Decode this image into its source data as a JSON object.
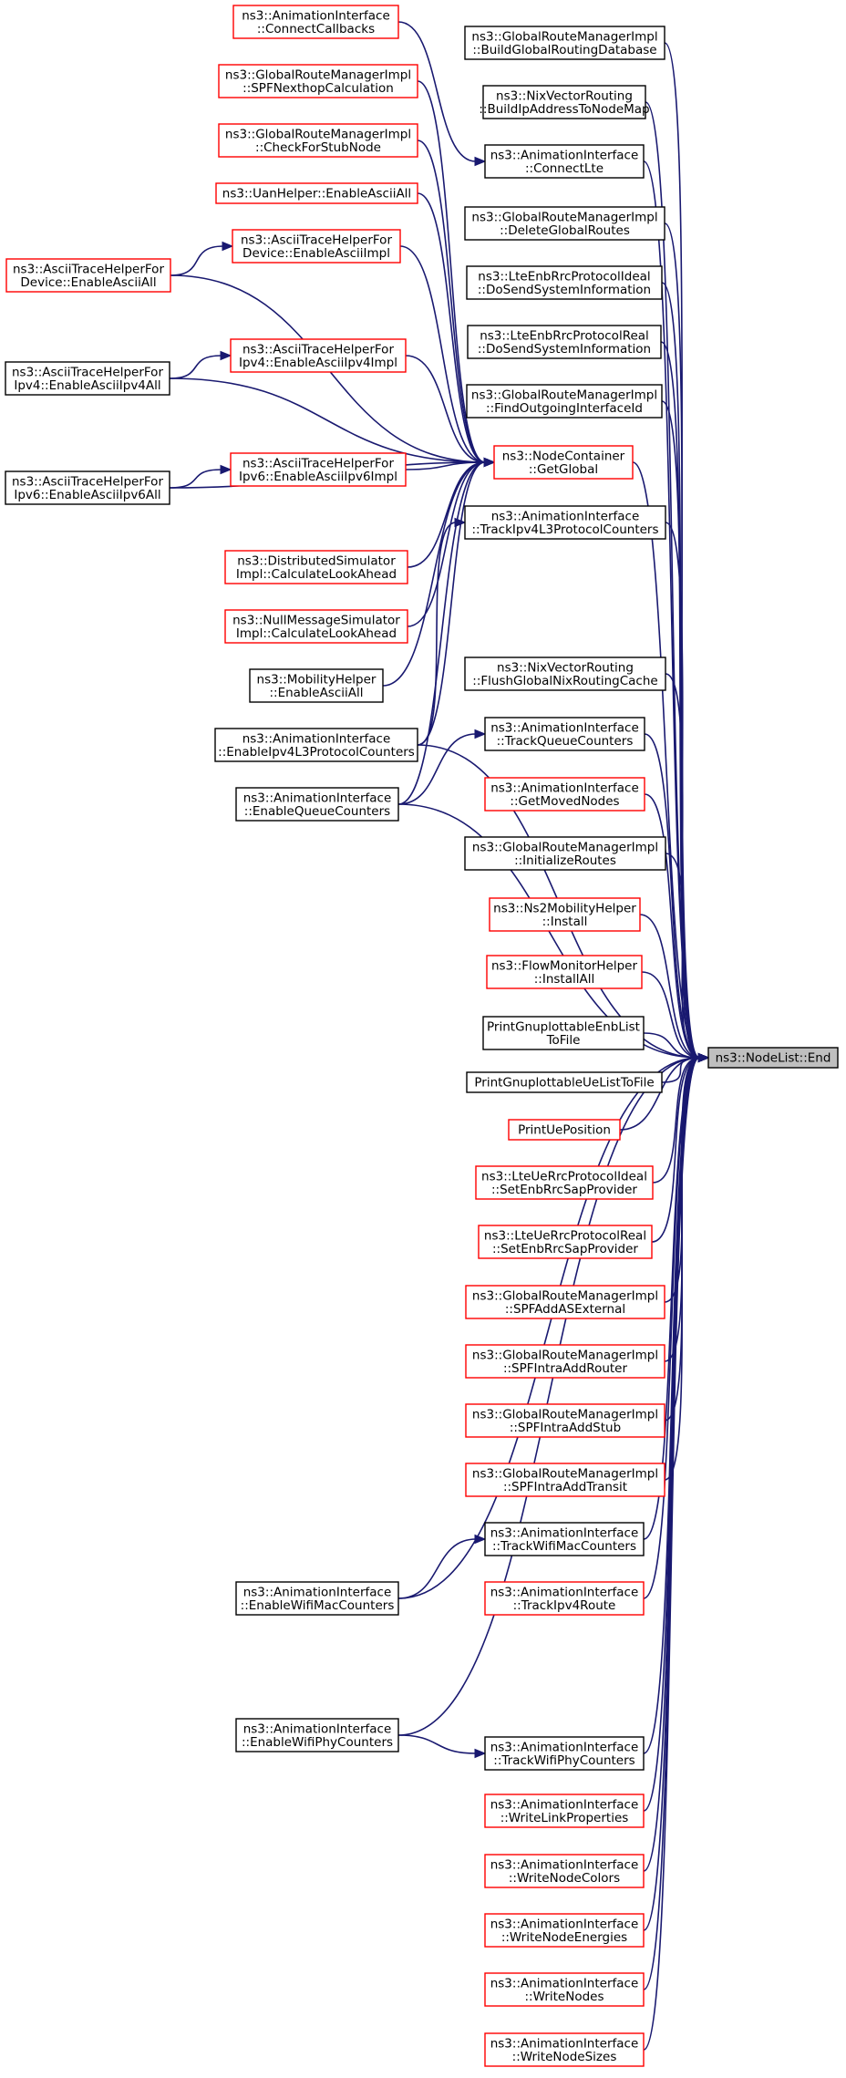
{
  "graph": {
    "root": {
      "id": "root",
      "lines": [
        "ns3::NodeList::End"
      ]
    },
    "nodes": [
      {
        "id": "n0",
        "lines": [
          "ns3::AnimationInterface",
          "::ConnectCallbacks"
        ],
        "border": "red"
      },
      {
        "id": "n1",
        "lines": [
          "ns3::GlobalRouteManagerImpl",
          "::SPFNexthopCalculation"
        ],
        "border": "red"
      },
      {
        "id": "n2",
        "lines": [
          "ns3::GlobalRouteManagerImpl",
          "::CheckForStubNode"
        ],
        "border": "red"
      },
      {
        "id": "n3",
        "lines": [
          "ns3::UanHelper::EnableAsciiAll"
        ],
        "border": "red"
      },
      {
        "id": "n4",
        "lines": [
          "ns3::AsciiTraceHelperFor",
          "Device::EnableAsciiImpl"
        ],
        "border": "red"
      },
      {
        "id": "n5",
        "lines": [
          "ns3::AsciiTraceHelperFor",
          "Device::EnableAsciiAll"
        ],
        "border": "red"
      },
      {
        "id": "n6",
        "lines": [
          "ns3::AsciiTraceHelperFor",
          "Ipv4::EnableAsciiIpv4Impl"
        ],
        "border": "red"
      },
      {
        "id": "n7",
        "lines": [
          "ns3::AsciiTraceHelperFor",
          "Ipv4::EnableAsciiIpv4All"
        ],
        "border": "black"
      },
      {
        "id": "n8",
        "lines": [
          "ns3::AsciiTraceHelperFor",
          "Ipv6::EnableAsciiIpv6Impl"
        ],
        "border": "red"
      },
      {
        "id": "n9",
        "lines": [
          "ns3::AsciiTraceHelperFor",
          "Ipv6::EnableAsciiIpv6All"
        ],
        "border": "black"
      },
      {
        "id": "n10",
        "lines": [
          "ns3::DistributedSimulator",
          "Impl::CalculateLookAhead"
        ],
        "border": "red"
      },
      {
        "id": "n11",
        "lines": [
          "ns3::NullMessageSimulator",
          "Impl::CalculateLookAhead"
        ],
        "border": "red"
      },
      {
        "id": "n12",
        "lines": [
          "ns3::MobilityHelper",
          "::EnableAsciiAll"
        ],
        "border": "black"
      },
      {
        "id": "n13",
        "lines": [
          "ns3::AnimationInterface",
          "::EnableIpv4L3ProtocolCounters"
        ],
        "border": "black"
      },
      {
        "id": "n14",
        "lines": [
          "ns3::AnimationInterface",
          "::EnableQueueCounters"
        ],
        "border": "black"
      },
      {
        "id": "n15",
        "lines": [
          "ns3::AnimationInterface",
          "::EnableWifiMacCounters"
        ],
        "border": "black"
      },
      {
        "id": "n16",
        "lines": [
          "ns3::AnimationInterface",
          "::EnableWifiPhyCounters"
        ],
        "border": "black"
      },
      {
        "id": "m0",
        "lines": [
          "ns3::GlobalRouteManagerImpl",
          "::BuildGlobalRoutingDatabase"
        ],
        "border": "black"
      },
      {
        "id": "m1",
        "lines": [
          "ns3::NixVectorRouting",
          "::BuildIpAddressToNodeMap"
        ],
        "border": "black"
      },
      {
        "id": "m2",
        "lines": [
          "ns3::AnimationInterface",
          "::ConnectLte"
        ],
        "border": "black"
      },
      {
        "id": "m3",
        "lines": [
          "ns3::GlobalRouteManagerImpl",
          "::DeleteGlobalRoutes"
        ],
        "border": "black"
      },
      {
        "id": "m4",
        "lines": [
          "ns3::LteEnbRrcProtocolIdeal",
          "::DoSendSystemInformation"
        ],
        "border": "black"
      },
      {
        "id": "m5",
        "lines": [
          "ns3::LteEnbRrcProtocolReal",
          "::DoSendSystemInformation"
        ],
        "border": "black"
      },
      {
        "id": "m6",
        "lines": [
          "ns3::GlobalRouteManagerImpl",
          "::FindOutgoingInterfaceId"
        ],
        "border": "black"
      },
      {
        "id": "m7",
        "lines": [
          "ns3::NodeContainer",
          "::GetGlobal"
        ],
        "border": "red"
      },
      {
        "id": "m8",
        "lines": [
          "ns3::AnimationInterface",
          "::TrackIpv4L3ProtocolCounters"
        ],
        "border": "black"
      },
      {
        "id": "m9",
        "lines": [
          "ns3::NixVectorRouting",
          "::FlushGlobalNixRoutingCache"
        ],
        "border": "black"
      },
      {
        "id": "m10",
        "lines": [
          "ns3::AnimationInterface",
          "::TrackQueueCounters"
        ],
        "border": "black"
      },
      {
        "id": "m11",
        "lines": [
          "ns3::AnimationInterface",
          "::GetMovedNodes"
        ],
        "border": "red"
      },
      {
        "id": "m12",
        "lines": [
          "ns3::GlobalRouteManagerImpl",
          "::InitializeRoutes"
        ],
        "border": "black"
      },
      {
        "id": "m13",
        "lines": [
          "ns3::Ns2MobilityHelper",
          "::Install"
        ],
        "border": "red"
      },
      {
        "id": "m14",
        "lines": [
          "ns3::FlowMonitorHelper",
          "::InstallAll"
        ],
        "border": "red"
      },
      {
        "id": "m15",
        "lines": [
          "PrintGnuplottableEnbList",
          "ToFile"
        ],
        "border": "black"
      },
      {
        "id": "m16",
        "lines": [
          "PrintGnuplottableUeListToFile"
        ],
        "border": "black"
      },
      {
        "id": "m17",
        "lines": [
          "PrintUePosition"
        ],
        "border": "red"
      },
      {
        "id": "m18",
        "lines": [
          "ns3::LteUeRrcProtocolIdeal",
          "::SetEnbRrcSapProvider"
        ],
        "border": "red"
      },
      {
        "id": "m19",
        "lines": [
          "ns3::LteUeRrcProtocolReal",
          "::SetEnbRrcSapProvider"
        ],
        "border": "red"
      },
      {
        "id": "m20",
        "lines": [
          "ns3::GlobalRouteManagerImpl",
          "::SPFAddASExternal"
        ],
        "border": "red"
      },
      {
        "id": "m21",
        "lines": [
          "ns3::GlobalRouteManagerImpl",
          "::SPFIntraAddRouter"
        ],
        "border": "red"
      },
      {
        "id": "m22",
        "lines": [
          "ns3::GlobalRouteManagerImpl",
          "::SPFIntraAddStub"
        ],
        "border": "red"
      },
      {
        "id": "m23",
        "lines": [
          "ns3::GlobalRouteManagerImpl",
          "::SPFIntraAddTransit"
        ],
        "border": "red"
      },
      {
        "id": "m24",
        "lines": [
          "ns3::AnimationInterface",
          "::TrackWifiMacCounters"
        ],
        "border": "black"
      },
      {
        "id": "m25",
        "lines": [
          "ns3::AnimationInterface",
          "::TrackIpv4Route"
        ],
        "border": "red"
      },
      {
        "id": "m26",
        "lines": [
          "ns3::AnimationInterface",
          "::TrackWifiPhyCounters"
        ],
        "border": "black"
      },
      {
        "id": "m27",
        "lines": [
          "ns3::AnimationInterface",
          "::WriteLinkProperties"
        ],
        "border": "red"
      },
      {
        "id": "m28",
        "lines": [
          "ns3::AnimationInterface",
          "::WriteNodeColors"
        ],
        "border": "red"
      },
      {
        "id": "m29",
        "lines": [
          "ns3::AnimationInterface",
          "::WriteNodeEnergies"
        ],
        "border": "red"
      },
      {
        "id": "m30",
        "lines": [
          "ns3::AnimationInterface",
          "::WriteNodes"
        ],
        "border": "red"
      },
      {
        "id": "m31",
        "lines": [
          "ns3::AnimationInterface",
          "::WriteNodeSizes"
        ],
        "border": "red"
      }
    ],
    "edges": [
      [
        "m0",
        "root"
      ],
      [
        "m1",
        "root"
      ],
      [
        "m2",
        "root"
      ],
      [
        "m3",
        "root"
      ],
      [
        "m4",
        "root"
      ],
      [
        "m5",
        "root"
      ],
      [
        "m6",
        "root"
      ],
      [
        "m7",
        "root"
      ],
      [
        "m8",
        "root"
      ],
      [
        "m9",
        "root"
      ],
      [
        "m10",
        "root"
      ],
      [
        "m11",
        "root"
      ],
      [
        "m12",
        "root"
      ],
      [
        "m13",
        "root"
      ],
      [
        "m14",
        "root"
      ],
      [
        "m15",
        "root"
      ],
      [
        "m16",
        "root"
      ],
      [
        "m17",
        "root"
      ],
      [
        "m18",
        "root"
      ],
      [
        "m19",
        "root"
      ],
      [
        "m20",
        "root"
      ],
      [
        "m21",
        "root"
      ],
      [
        "m22",
        "root"
      ],
      [
        "m23",
        "root"
      ],
      [
        "m24",
        "root"
      ],
      [
        "m25",
        "root"
      ],
      [
        "m26",
        "root"
      ],
      [
        "m27",
        "root"
      ],
      [
        "m28",
        "root"
      ],
      [
        "m29",
        "root"
      ],
      [
        "m30",
        "root"
      ],
      [
        "m31",
        "root"
      ],
      [
        "n13",
        "root"
      ],
      [
        "n14",
        "root"
      ],
      [
        "n15",
        "root"
      ],
      [
        "n0",
        "m2"
      ],
      [
        "n1",
        "m7"
      ],
      [
        "n2",
        "m7"
      ],
      [
        "n3",
        "m7"
      ],
      [
        "n4",
        "m7"
      ],
      [
        "n5",
        "m7"
      ],
      [
        "n6",
        "m7"
      ],
      [
        "n7",
        "m7"
      ],
      [
        "n8",
        "m7"
      ],
      [
        "n9",
        "m7"
      ],
      [
        "n10",
        "m7"
      ],
      [
        "n11",
        "m7"
      ],
      [
        "n12",
        "m7"
      ],
      [
        "n13",
        "m7"
      ],
      [
        "n14",
        "m7"
      ],
      [
        "n5",
        "n4"
      ],
      [
        "n7",
        "n6"
      ],
      [
        "n9",
        "n8"
      ],
      [
        "n13",
        "m8"
      ],
      [
        "n14",
        "m10"
      ],
      [
        "n15",
        "m24"
      ],
      [
        "n16",
        "m26"
      ],
      [
        "n16",
        "root"
      ]
    ]
  }
}
